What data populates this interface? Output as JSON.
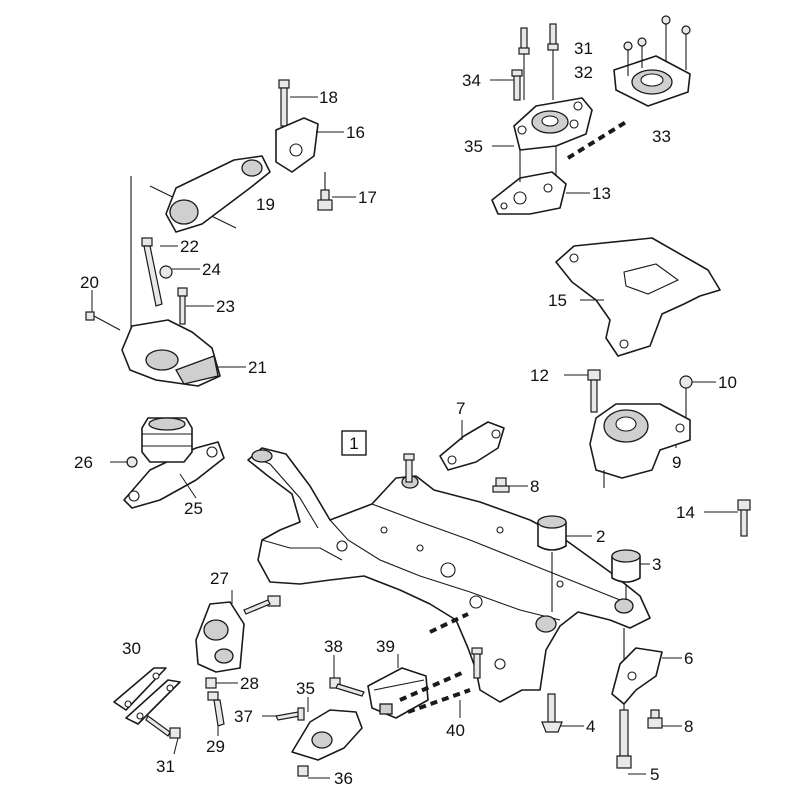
{
  "diagram": {
    "assembly_label": "1",
    "callouts": [
      {
        "id": "2",
        "text": "2"
      },
      {
        "id": "3",
        "text": "3"
      },
      {
        "id": "4",
        "text": "4"
      },
      {
        "id": "5",
        "text": "5"
      },
      {
        "id": "6",
        "text": "6"
      },
      {
        "id": "7",
        "text": "7"
      },
      {
        "id": "8a",
        "text": "8"
      },
      {
        "id": "8b",
        "text": "8"
      },
      {
        "id": "9",
        "text": "9"
      },
      {
        "id": "10",
        "text": "10"
      },
      {
        "id": "12",
        "text": "12"
      },
      {
        "id": "13",
        "text": "13"
      },
      {
        "id": "14",
        "text": "14"
      },
      {
        "id": "15",
        "text": "15"
      },
      {
        "id": "16",
        "text": "16"
      },
      {
        "id": "17",
        "text": "17"
      },
      {
        "id": "18",
        "text": "18"
      },
      {
        "id": "19",
        "text": "19"
      },
      {
        "id": "20",
        "text": "20"
      },
      {
        "id": "21",
        "text": "21"
      },
      {
        "id": "22",
        "text": "22"
      },
      {
        "id": "23",
        "text": "23"
      },
      {
        "id": "24",
        "text": "24"
      },
      {
        "id": "25",
        "text": "25"
      },
      {
        "id": "26",
        "text": "26"
      },
      {
        "id": "27",
        "text": "27"
      },
      {
        "id": "28",
        "text": "28"
      },
      {
        "id": "29",
        "text": "29"
      },
      {
        "id": "30",
        "text": "30"
      },
      {
        "id": "31a",
        "text": "31"
      },
      {
        "id": "31b",
        "text": "31"
      },
      {
        "id": "32",
        "text": "32"
      },
      {
        "id": "33",
        "text": "33"
      },
      {
        "id": "34",
        "text": "34"
      },
      {
        "id": "35a",
        "text": "35"
      },
      {
        "id": "35b",
        "text": "35"
      },
      {
        "id": "36",
        "text": "36"
      },
      {
        "id": "37",
        "text": "37"
      },
      {
        "id": "38",
        "text": "38"
      },
      {
        "id": "39",
        "text": "39"
      },
      {
        "id": "40",
        "text": "40"
      }
    ]
  }
}
